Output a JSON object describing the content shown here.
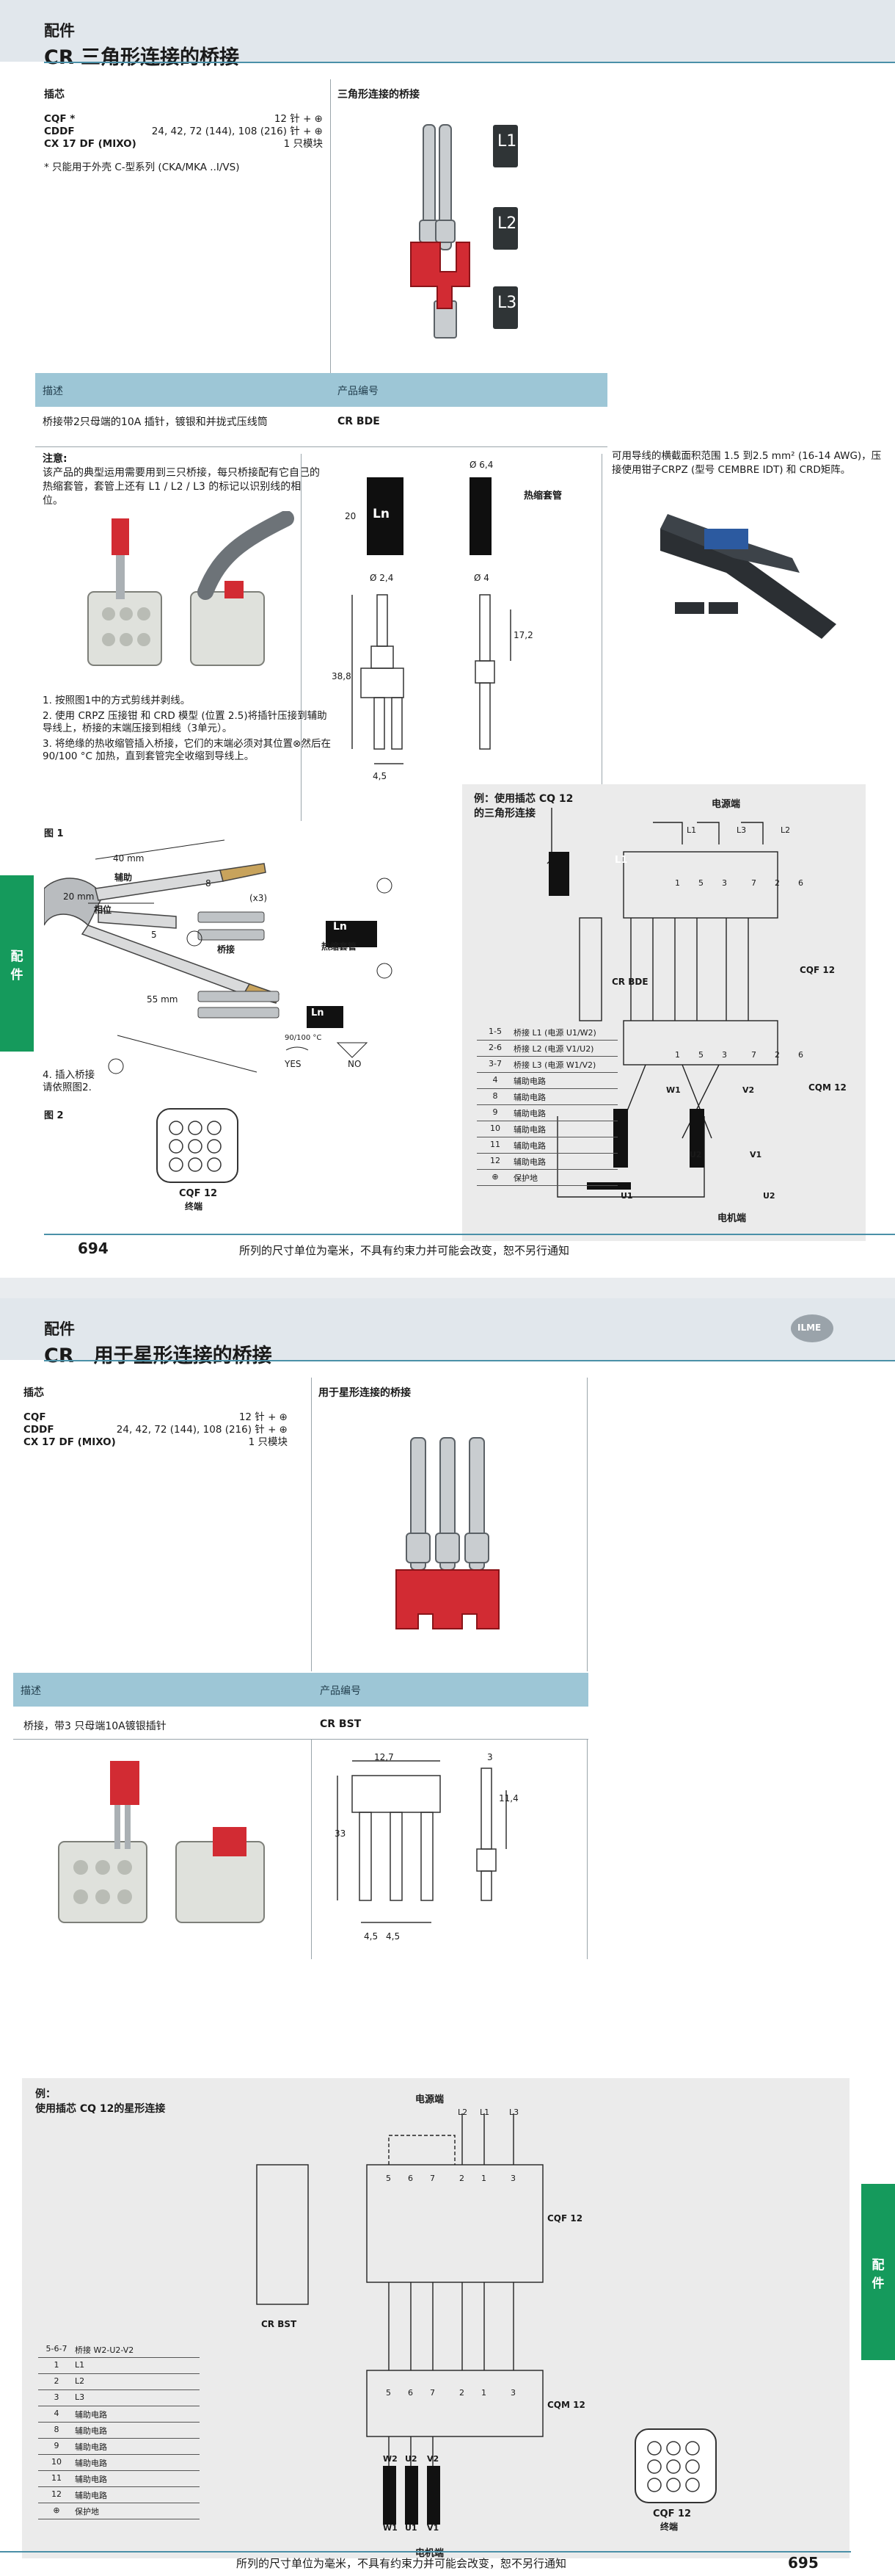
{
  "p1": {
    "section": "配件",
    "title": "CR 三角形连接的桥接",
    "inserts": {
      "heading": "插芯",
      "rows": [
        {
          "name": "CQF *",
          "spec": "12  针 + ⊕"
        },
        {
          "name": "CDDF",
          "spec": "24, 42, 72 (144), 108 (216) 针 + ⊕"
        },
        {
          "name": "CX 17 DF (MIXO)",
          "spec": "1  只模块"
        }
      ],
      "footnote": "* 只能用于外壳 C-型系列 (CKA/MKA ..I/VS)"
    },
    "product_heading": "三角形连接的桥接",
    "tags": [
      "L1",
      "L2",
      "L3"
    ],
    "bar": {
      "desc": "描述",
      "code": "产品编号"
    },
    "item": {
      "desc": "桥接带2只母端的10A 插针，镀银和并拢式压线筒",
      "code": "CR BDE"
    },
    "note_title": "注意:",
    "note_text": "该产品的典型运用需要用到三只桥接，每只桥接配有它自己的热缩套管，套管上还有 L1 / L2 / L3 的标记以识别线的相位。",
    "ln": "Ln",
    "sleeve_label": "热缩套管",
    "dims_sleeve": {
      "h": "20",
      "d": "Ø 6,4"
    },
    "dims_pin": {
      "d1": "Ø 2,4",
      "d2": "Ø 4",
      "h": "38,8",
      "h2": "17,2",
      "w": "4,5"
    },
    "tool_text": "可用导线的横截面积范围 1.5 到2.5 mm² (16-14 AWG)，压接使用钳子CRPZ (型号 CEMBRE IDT) 和 CRD矩阵。",
    "steps": [
      "1. 按照图1中的方式剪线并剥线。",
      "2. 使用 CRPZ 压接钳 和 CRD 模型 (位置 2.5)将插针压接到辅助导线上，桥接的末端压接到相线（3单元）。",
      "3. 将绝缘的热收缩管插入桥接，它们的末端必须对其位置⊗然后在90/100 °C 加热，直到套管完全收缩到导线上。"
    ],
    "fig1": {
      "label": "图 1",
      "aux": "辅助",
      "phase": "相位",
      "d40": "40 mm",
      "d20": "20 mm",
      "d8": "8",
      "d5": "5",
      "x3": "(x3)",
      "bridge": "桥接",
      "sleeve": "热缩套管",
      "d55": "55 mm",
      "yes": "YES",
      "no": "NO",
      "temp": "90/100 °C"
    },
    "step4": "4. 插入桥接\n   请依照图2.",
    "fig2": {
      "label": "图 2",
      "caption1": "CQF 12",
      "caption2": "终端"
    },
    "example": {
      "title1": "例：使用插芯 CQ 12",
      "title2": "的三角形连接",
      "power_side": "电源端",
      "motor_side": "电机端",
      "cr": "CR BDE",
      "l1": "L1",
      "cqf": "CQF 12",
      "cqm": "CQM 12",
      "pins_top": [
        "1",
        "5",
        "3",
        "7",
        "2",
        "6"
      ],
      "lines": [
        "L1",
        "L3",
        "L2"
      ],
      "pins_bot": [
        "1",
        "5",
        "3",
        "7",
        "2",
        "6"
      ],
      "windings": [
        "W1",
        "U2",
        "V2",
        "V1"
      ],
      "uu": [
        "U1",
        "U2"
      ],
      "legend": [
        {
          "k": "1-5",
          "v": "桥接 L1 (电源 U1/W2)"
        },
        {
          "k": "2-6",
          "v": "桥接 L2 (电源 V1/U2)"
        },
        {
          "k": "3-7",
          "v": "桥接 L3 (电源 W1/V2)"
        },
        {
          "k": "4",
          "v": "辅助电路"
        },
        {
          "k": "8",
          "v": "辅助电路"
        },
        {
          "k": "9",
          "v": "辅助电路"
        },
        {
          "k": "10",
          "v": "辅助电路"
        },
        {
          "k": "11",
          "v": "辅助电路"
        },
        {
          "k": "12",
          "v": "辅助电路"
        },
        {
          "k": "⊕",
          "v": "保护地"
        }
      ]
    },
    "side_tab": "配件",
    "page_no": "694",
    "footer": "所列的尺寸单位为毫米，不具有约束力并可能会改变，恕不另行通知"
  },
  "p2": {
    "section": "配件",
    "title": "CR　用于星形连接的桥接",
    "inserts": {
      "heading": "插芯",
      "rows": [
        {
          "name": "CQF",
          "spec": "12  针 + ⊕"
        },
        {
          "name": "CDDF",
          "spec": "24, 42, 72 (144), 108 (216) 针 + ⊕"
        },
        {
          "name": "CX 17 DF (MIXO)",
          "spec": "1 只模块"
        }
      ]
    },
    "product_heading": "用于星形连接的桥接",
    "bar": {
      "desc": "描述",
      "code": "产品编号"
    },
    "item": {
      "desc": "桥接，带3 只母端10A镀银插针",
      "code": "CR BST"
    },
    "dims": {
      "w": "12,7",
      "t": "3",
      "h": "33",
      "h2": "11,4",
      "p1": "4,5",
      "p2": "4,5"
    },
    "example": {
      "title1": "例：",
      "title2": "使用插芯 CQ 12的星形连接",
      "power_side": "电源端",
      "motor_side": "电机端",
      "cr": "CR BST",
      "cqf": "CQF 12",
      "cqm": "CQM 12",
      "lines": [
        "L2",
        "L1",
        "L3"
      ],
      "pins_top": [
        "5",
        "6",
        "7",
        "2",
        "1",
        "3"
      ],
      "pins_bot": [
        "5",
        "6",
        "7",
        "2",
        "1",
        "3"
      ],
      "windings_top": [
        "W2",
        "U2",
        "V2"
      ],
      "windings_bot": [
        "W1",
        "U1",
        "V1"
      ],
      "legend": [
        {
          "k": "5-6-7",
          "v": "桥接 W2-U2-V2"
        },
        {
          "k": "1",
          "v": "L1"
        },
        {
          "k": "2",
          "v": "L2"
        },
        {
          "k": "3",
          "v": "L3"
        },
        {
          "k": "4",
          "v": "辅助电路"
        },
        {
          "k": "8",
          "v": "辅助电路"
        },
        {
          "k": "9",
          "v": "辅助电路"
        },
        {
          "k": "10",
          "v": "辅助电路"
        },
        {
          "k": "11",
          "v": "辅助电路"
        },
        {
          "k": "12",
          "v": "辅助电路"
        },
        {
          "k": "⊕",
          "v": "保护地"
        }
      ],
      "fig_caption1": "CQF 12",
      "fig_caption2": "终端"
    },
    "side_tab": "配件",
    "page_no": "695",
    "footer": "所列的尺寸单位为毫米，不具有约束力并可能会改变，恕不另行通知",
    "logo": "ILME"
  }
}
